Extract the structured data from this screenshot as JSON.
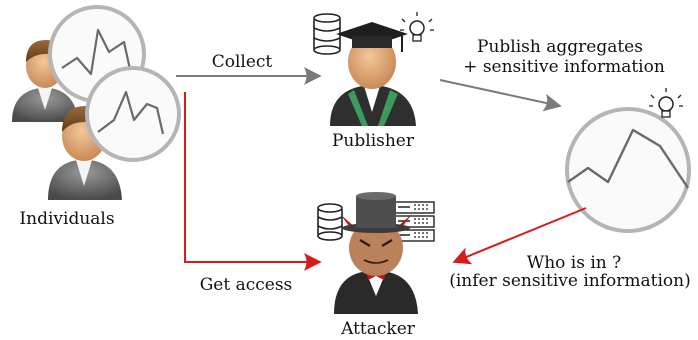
{
  "nodes": {
    "individuals": {
      "label": "Individuals"
    },
    "publisher": {
      "label": "Publisher"
    },
    "attacker": {
      "label": "Attacker"
    }
  },
  "edges": {
    "collect": {
      "label": "Collect"
    },
    "publish": {
      "line1": "Publish aggregates",
      "line2": "+ sensitive information"
    },
    "get_access": {
      "label": "Get access"
    },
    "who": {
      "line1": "Who is in ?",
      "line2": "(infer sensitive information)"
    }
  },
  "colors": {
    "normal_arrow": "#7a7a7a",
    "attack_arrow": "#d81b1b",
    "chart_circle_stroke": "#b5b5b5",
    "chart_line": "#6a6a6a",
    "gown_green": "#3d9a5c",
    "devil_red": "#c0151a"
  }
}
